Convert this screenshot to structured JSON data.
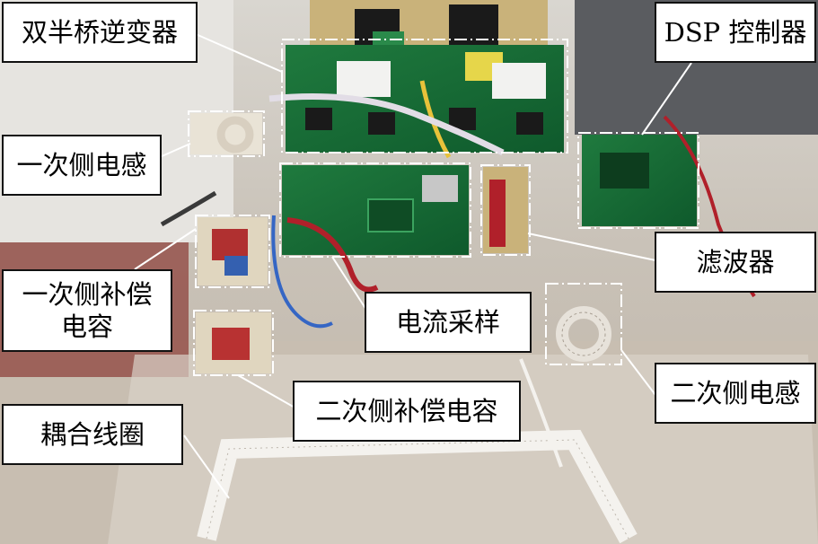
{
  "labels": {
    "dual_half_bridge_inverter": "双半桥逆变器",
    "dsp_controller": "DSP 控制器",
    "primary_inductor": "一次侧电感",
    "filter": "滤波器",
    "primary_comp_cap_line1": "一次侧补偿",
    "primary_comp_cap_line2": "电容",
    "current_sampling": "电流采样",
    "secondary_inductor": "二次侧电感",
    "secondary_comp_cap": "二次侧补偿电容",
    "coupling_coil": "耦合线圈"
  }
}
